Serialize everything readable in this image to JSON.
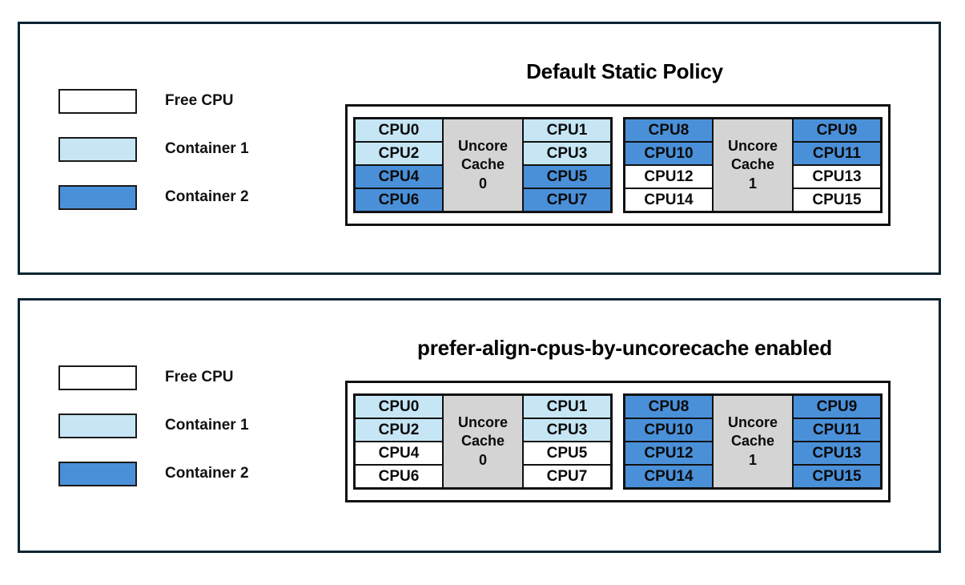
{
  "colors": {
    "free_cpu": "#ffffff",
    "container1": "#c6e6f5",
    "container2": "#4a90d9",
    "uncore_cache": "#d4d4d4",
    "panel_border": "#0b2433",
    "cell_border": "#111111"
  },
  "legend": {
    "items": [
      {
        "label": "Free CPU",
        "state": "free"
      },
      {
        "label": "Container 1",
        "state": "c1"
      },
      {
        "label": "Container 2",
        "state": "c2"
      }
    ]
  },
  "panels": [
    {
      "title": "Default Static Policy",
      "sockets": [
        {
          "uncore_line1": "Uncore",
          "uncore_line2": "Cache",
          "uncore_line3": "0",
          "left_column": [
            {
              "label": "CPU0",
              "state": "c1"
            },
            {
              "label": "CPU2",
              "state": "c1"
            },
            {
              "label": "CPU4",
              "state": "c2"
            },
            {
              "label": "CPU6",
              "state": "c2"
            }
          ],
          "right_column": [
            {
              "label": "CPU1",
              "state": "c1"
            },
            {
              "label": "CPU3",
              "state": "c1"
            },
            {
              "label": "CPU5",
              "state": "c2"
            },
            {
              "label": "CPU7",
              "state": "c2"
            }
          ]
        },
        {
          "uncore_line1": "Uncore",
          "uncore_line2": "Cache",
          "uncore_line3": "1",
          "left_column": [
            {
              "label": "CPU8",
              "state": "c2"
            },
            {
              "label": "CPU10",
              "state": "c2"
            },
            {
              "label": "CPU12",
              "state": "free"
            },
            {
              "label": "CPU14",
              "state": "free"
            }
          ],
          "right_column": [
            {
              "label": "CPU9",
              "state": "c2"
            },
            {
              "label": "CPU11",
              "state": "c2"
            },
            {
              "label": "CPU13",
              "state": "free"
            },
            {
              "label": "CPU15",
              "state": "free"
            }
          ]
        }
      ]
    },
    {
      "title": "prefer-align-cpus-by-uncorecache enabled",
      "sockets": [
        {
          "uncore_line1": "Uncore",
          "uncore_line2": "Cache",
          "uncore_line3": "0",
          "left_column": [
            {
              "label": "CPU0",
              "state": "c1"
            },
            {
              "label": "CPU2",
              "state": "c1"
            },
            {
              "label": "CPU4",
              "state": "free"
            },
            {
              "label": "CPU6",
              "state": "free"
            }
          ],
          "right_column": [
            {
              "label": "CPU1",
              "state": "c1"
            },
            {
              "label": "CPU3",
              "state": "c1"
            },
            {
              "label": "CPU5",
              "state": "free"
            },
            {
              "label": "CPU7",
              "state": "free"
            }
          ]
        },
        {
          "uncore_line1": "Uncore",
          "uncore_line2": "Cache",
          "uncore_line3": "1",
          "left_column": [
            {
              "label": "CPU8",
              "state": "c2"
            },
            {
              "label": "CPU10",
              "state": "c2"
            },
            {
              "label": "CPU12",
              "state": "c2"
            },
            {
              "label": "CPU14",
              "state": "c2"
            }
          ],
          "right_column": [
            {
              "label": "CPU9",
              "state": "c2"
            },
            {
              "label": "CPU11",
              "state": "c2"
            },
            {
              "label": "CPU13",
              "state": "c2"
            },
            {
              "label": "CPU15",
              "state": "c2"
            }
          ]
        }
      ]
    }
  ]
}
